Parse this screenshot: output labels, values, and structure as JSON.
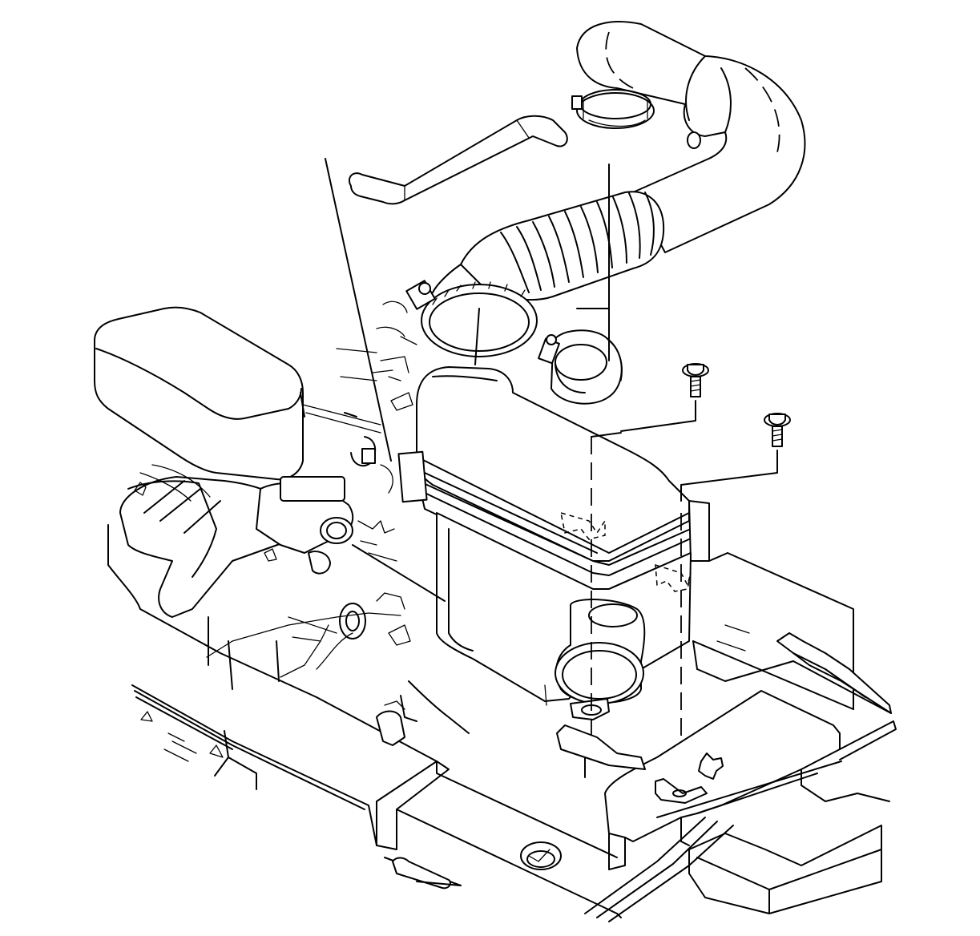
{
  "figure": {
    "type": "exploded-assembly-line-drawing",
    "background_color": "#ffffff",
    "line_color": "#000000",
    "components": [
      "air-intake-duct",
      "corrugated-hose",
      "hose-clamp",
      "air-cleaner-housing",
      "air-cleaner-outlet",
      "mounting-bolt",
      "mounting-bolt",
      "engine-cover",
      "exhaust-manifold",
      "radiator-support",
      "battery-tray"
    ]
  }
}
